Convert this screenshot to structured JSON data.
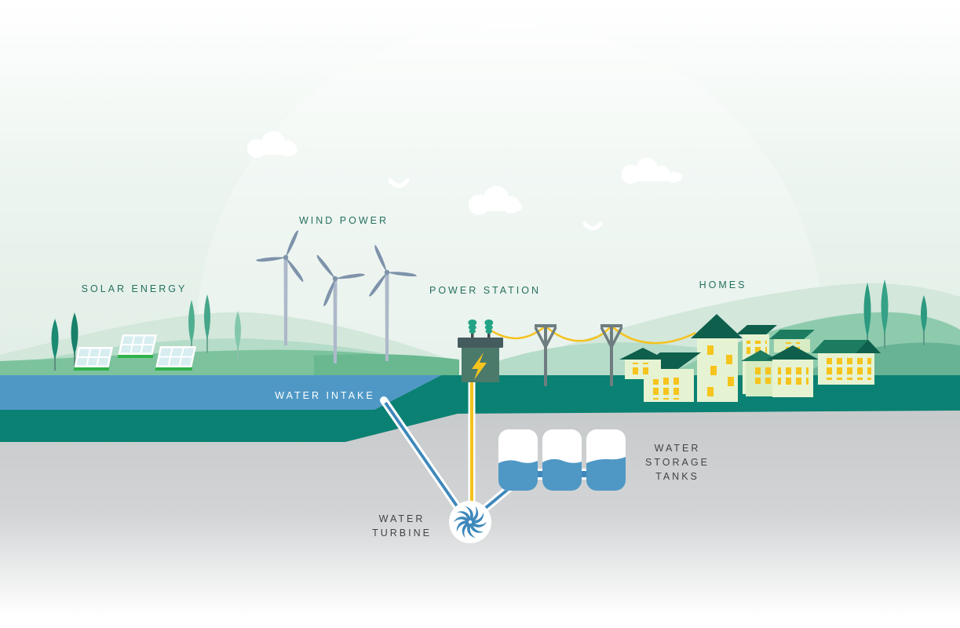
{
  "labels": {
    "solar": "SOLAR ENERGY",
    "wind": "WIND POWER",
    "power_station": "POWER STATION",
    "homes": "HOMES",
    "water_intake": "WATER INTAKE",
    "water_turbine": {
      "line1": "WATER",
      "line2": "TURBINE"
    },
    "water_storage": {
      "line1": "WATER",
      "line2": "STORAGE",
      "line3": "TANKS"
    }
  },
  "colors": {
    "sky-top": "#ffffff",
    "sky-bottom": "#dcebe2",
    "hill-pale": "#d3e7db",
    "hill-mid": "#b5dcc8",
    "hill-dark": "#8ecbad",
    "hill-deep": "#68b295",
    "grass": "#7cc39d",
    "grass-dark": "#69b890",
    "water": "#4f98c5",
    "teal": "#0a8173",
    "under-top": "#c4c7c9",
    "wall": "#e6f3d2",
    "wall2": "#d7ecc2",
    "roof-dark": "#0e5f4b",
    "roof-mid": "#1d7c60",
    "window": "#f6c41c",
    "cable": "#f5c21e",
    "pipe-blue": "#3e88bb",
    "pole-gray": "#6e7d80",
    "turbine-pole": "#adb9ca",
    "turbine-blade": "#7e93aa",
    "label-teal": "#25705f",
    "label-dark": "#414345",
    "tree-teal": "#1b8a73",
    "tree-green": "#4fae90",
    "tree-light": "#83c7ac",
    "transformer": "#4b7a6b",
    "transformer-cap": "#455c5e",
    "insulator": "#23a386",
    "panel-cell": "#d7edf0",
    "panel-base": "#2fb24a"
  }
}
